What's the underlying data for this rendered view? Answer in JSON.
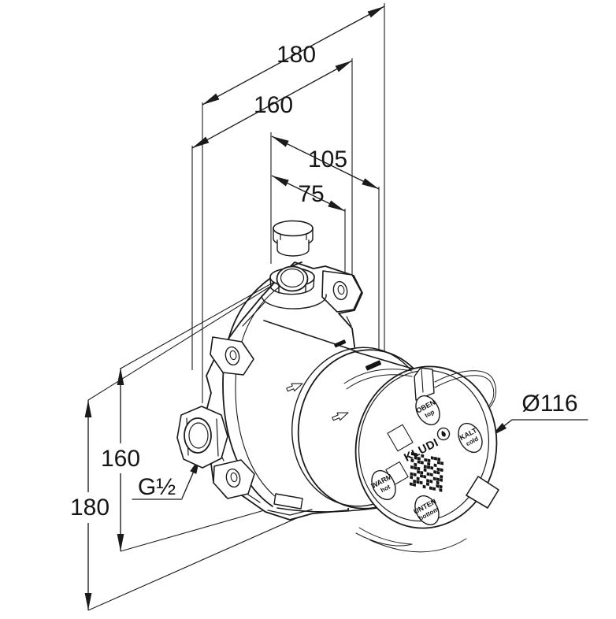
{
  "drawing": {
    "dims_top": [
      "180",
      "160",
      "105",
      "75"
    ],
    "dims_left": [
      "160",
      "180"
    ],
    "thread_label": "G½",
    "diameter_label": "Ø116",
    "brand": "KLUDI",
    "badges": {
      "top": {
        "l1": "OBEN",
        "l2": "top"
      },
      "right": {
        "l1": "KALT",
        "l2": "cold"
      },
      "left": {
        "l1": "WARM",
        "l2": "hot"
      },
      "bottom": {
        "l1": "UNTEN",
        "l2": "bottom"
      }
    },
    "qr_rows": [
      "1101001110",
      "0110110011",
      "1011010100",
      "0100111011",
      "1110100110",
      "0011011001",
      "1101100111",
      "1010011010",
      "0111010011",
      "1100101101"
    ],
    "colors": {
      "line": "#1b1b1b",
      "background": "#ffffff"
    }
  }
}
